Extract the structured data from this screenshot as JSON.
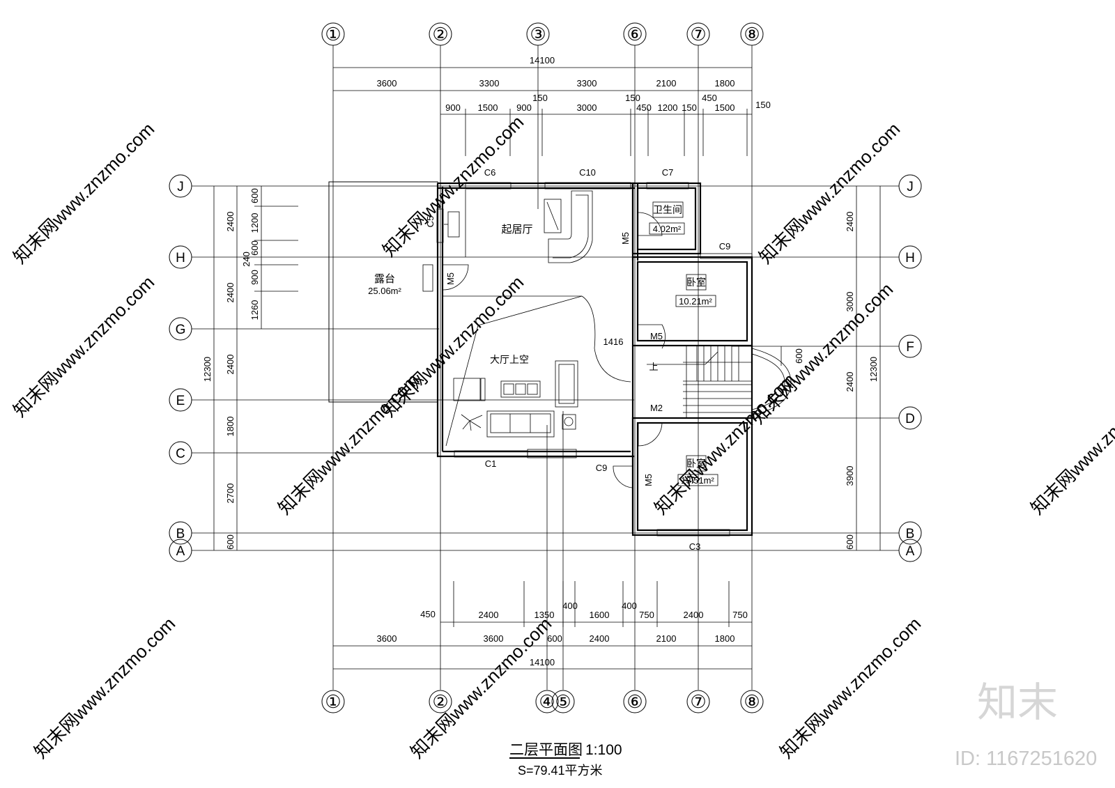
{
  "axes": {
    "top": [
      "①",
      "②",
      "③",
      "⑥",
      "⑦",
      "⑧"
    ],
    "bottom": [
      "①",
      "②",
      "④",
      "⑤",
      "⑥",
      "⑦",
      "⑧"
    ],
    "left": [
      "J",
      "H",
      "G",
      "E",
      "C",
      "B",
      "A"
    ],
    "right": [
      "J",
      "H",
      "F",
      "D",
      "B",
      "A"
    ]
  },
  "dims": {
    "top_total": "14100",
    "top_row1": [
      "3600",
      "3300",
      "3300",
      "2100",
      "1800"
    ],
    "top_row2": [
      "900",
      "1500",
      "900",
      "150",
      "3000",
      "150",
      "450",
      "1200",
      "150",
      "450",
      "1500",
      "150"
    ],
    "bottom_row1": [
      "450",
      "2400",
      "1350",
      "400",
      "1600",
      "400",
      "750",
      "2400",
      "750"
    ],
    "bottom_row2": [
      "3600",
      "3600",
      "600",
      "2400",
      "2100",
      "1800"
    ],
    "bottom_total": "14100",
    "left_outer": "12300",
    "left_inner": [
      "2400",
      "2400",
      "2400",
      "1800",
      "2700",
      "600"
    ],
    "left_terrace": [
      "600",
      "1200",
      "600",
      "240",
      "900",
      "1260"
    ],
    "right_outer": "12300",
    "right_inner": [
      "2400",
      "3000",
      "2400",
      "3900",
      "600"
    ],
    "stair_bump": "600",
    "diag": "1416"
  },
  "rooms": {
    "living": "起居厅",
    "terrace": "露台",
    "terrace_area": "25.06m²",
    "bath": "卫生间",
    "bath_area": "4.02m²",
    "bed1": "卧室",
    "bed1_area": "10.21m²",
    "bed2": "卧室",
    "bed2_area": "13.51m²",
    "void": "大厅上空",
    "stair_up": "上"
  },
  "windows": [
    "C6",
    "C10",
    "C7",
    "C5",
    "C9",
    "C1",
    "C9",
    "C3"
  ],
  "doors": [
    "M5",
    "M5",
    "M5",
    "M2",
    "M5"
  ],
  "title": {
    "name": "二层平面图",
    "scale": "1:100",
    "area": "S=79.41平方米"
  },
  "watermark": {
    "text": "知末网www.znzmo.com",
    "logo": "知末",
    "id": "ID: 1167251620"
  }
}
